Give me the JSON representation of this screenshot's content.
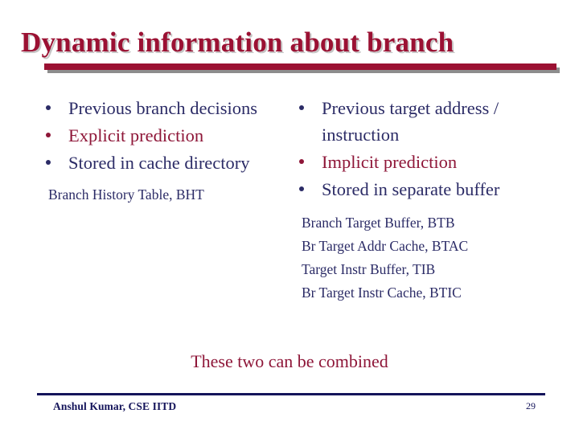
{
  "slide": {
    "title": "Dynamic information about branch",
    "page_number": "29",
    "accent_color": "#9b1133",
    "body_color": "#2b2b66",
    "highlight_color": "#8e1638",
    "footer_color": "#14145a",
    "background_color": "#ffffff"
  },
  "columns": [
    {
      "id": "left",
      "bullets": [
        {
          "text": "Previous branch decisions",
          "style": "normal"
        },
        {
          "text": "Explicit prediction",
          "style": "accent"
        },
        {
          "text": "Stored in cache directory",
          "style": "normal"
        }
      ],
      "notes": [
        "Branch History Table, BHT"
      ]
    },
    {
      "id": "right",
      "bullets": [
        {
          "text": "Previous target address / instruction",
          "style": "normal"
        },
        {
          "text": "Implicit prediction",
          "style": "accent"
        },
        {
          "text": "Stored in separate buffer",
          "style": "normal"
        }
      ],
      "notes": [
        "Branch Target Buffer, BTB",
        "Br Target Addr Cache, BTAC",
        "Target Instr Buffer, TIB",
        "Br Target Instr Cache, BTIC"
      ]
    }
  ],
  "combined_caption": "These two can be combined",
  "footer": {
    "author": "Anshul Kumar, CSE IITD",
    "page": "29"
  }
}
